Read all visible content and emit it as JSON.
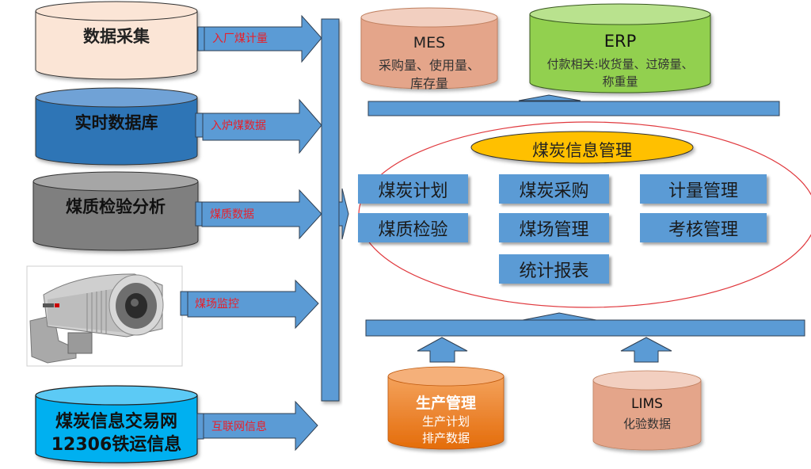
{
  "sources": [
    {
      "name": "数据采集",
      "flow_label": "入厂煤计量",
      "fill": "#fbe5d6",
      "top": "#fbe5d6"
    },
    {
      "name": "实时数据库",
      "flow_label": "入炉煤数据",
      "fill": "#2e75b6",
      "top": "#6fa2d6"
    },
    {
      "name": "煤质检验分析",
      "flow_label": "煤质数据",
      "fill": "#7f7f7f",
      "top": "#a6a6a6"
    },
    {
      "name": "camera-image",
      "flow_label": "煤场监控"
    },
    {
      "name_line1": "煤炭信息交易网",
      "name_line2": "12306铁运信息",
      "flow_label": "互联网信息",
      "fill": "#00b0f0",
      "top": "#5ccaf5"
    }
  ],
  "outputs": {
    "mes": {
      "title": "MES",
      "line1": "采购量、使用量、",
      "line2": "库存量",
      "fill": "#e4a58a",
      "top": "#f2cfc0"
    },
    "erp": {
      "title": "ERP",
      "line1": "付款相关:收货量、过磅量、",
      "line2": "称重量",
      "fill": "#92d050",
      "top": "#b9e28e"
    }
  },
  "core": {
    "title": "煤炭信息管理",
    "modules": [
      "煤炭计划",
      "煤炭采购",
      "计量管理",
      "煤质检验",
      "煤场管理",
      "考核管理",
      "统计报表"
    ]
  },
  "inputs": {
    "production": {
      "title": "生产管理",
      "line1": "生产计划",
      "line2": "排产数据"
    },
    "lims": {
      "title": "LIMS",
      "line1": "化验数据"
    }
  },
  "colors": {
    "arrow": "#5b9bd5",
    "flow_label": "#e8202a",
    "ellipse_border": "#e0393e",
    "core_title_bg": "#ffc000"
  }
}
